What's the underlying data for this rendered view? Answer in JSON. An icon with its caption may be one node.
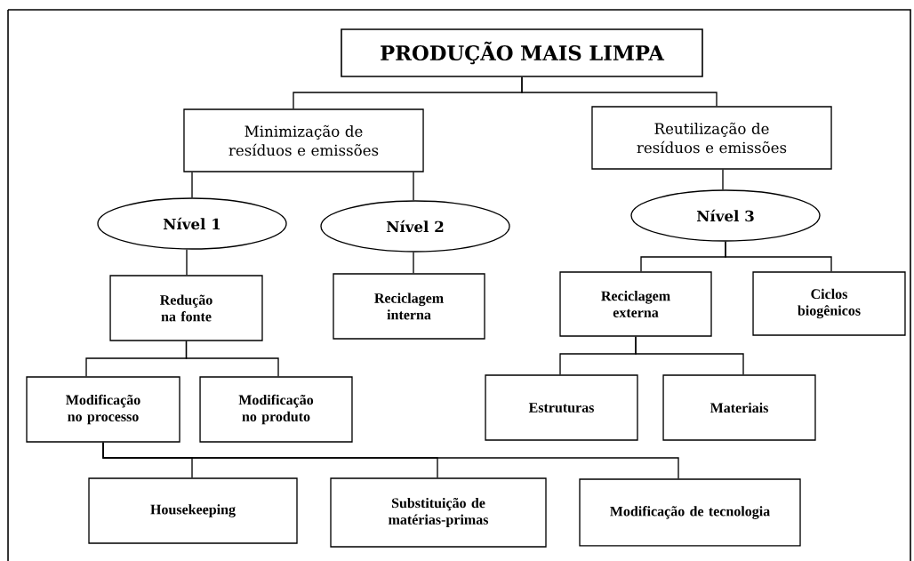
{
  "diagram": {
    "nodes": [
      {
        "text": [
          "PRODUÇÃO MAIS LIMPA"
        ]
      },
      {
        "text": [
          "Minimização de resíduos e emissões"
        ]
      },
      {
        "text": [
          "Reutilização de resíduos e emissões"
        ]
      },
      {
        "text": [
          "Nível 1"
        ]
      },
      {
        "text": [
          "Nível 2"
        ]
      },
      {
        "text": [
          "Nível 3"
        ]
      },
      {
        "text": [
          "Redução na fonte"
        ]
      },
      {
        "text": [
          "Reciclagem interna"
        ]
      },
      {
        "text": [
          "Reciclagem externa"
        ]
      },
      {
        "text": [
          "Ciclos biogênicos"
        ]
      },
      {
        "text": [
          "Modificação no processo"
        ]
      },
      {
        "text": [
          "Modificação no produto"
        ]
      },
      {
        "text": [
          "Estruturas"
        ]
      },
      {
        "text": [
          "Materiais"
        ]
      },
      {
        "text": [
          "Housekeeping"
        ]
      },
      {
        "text": [
          "Substituição de matérias-primas"
        ]
      },
      {
        "text": [
          "Modificação de tecnologia"
        ]
      }
    ],
    "edges": [
      {
        "from": 0,
        "to": 1,
        "arrow": "none"
      },
      {
        "from": 0,
        "to": 2,
        "arrow": "none"
      },
      {
        "from": 1,
        "to": 3,
        "arrow": "none"
      },
      {
        "from": 1,
        "to": 4,
        "arrow": "none"
      },
      {
        "from": 2,
        "to": 5,
        "arrow": "none"
      },
      {
        "from": 3,
        "to": 6,
        "arrow": "none"
      },
      {
        "from": 4,
        "to": 7,
        "arrow": "none"
      },
      {
        "from": 5,
        "to": 8,
        "arrow": "none"
      },
      {
        "from": 5,
        "to": 9,
        "arrow": "none"
      },
      {
        "from": 6,
        "to": 10,
        "arrow": "none"
      },
      {
        "from": 6,
        "to": 11,
        "arrow": "none"
      },
      {
        "from": 8,
        "to": 12,
        "arrow": "none"
      },
      {
        "from": 8,
        "to": 13,
        "arrow": "none"
      },
      {
        "from": 10,
        "to": 14,
        "arrow": "none"
      },
      {
        "from": 10,
        "to": 15,
        "arrow": "none"
      },
      {
        "from": 10,
        "to": 16,
        "arrow": "none"
      }
    ]
  }
}
